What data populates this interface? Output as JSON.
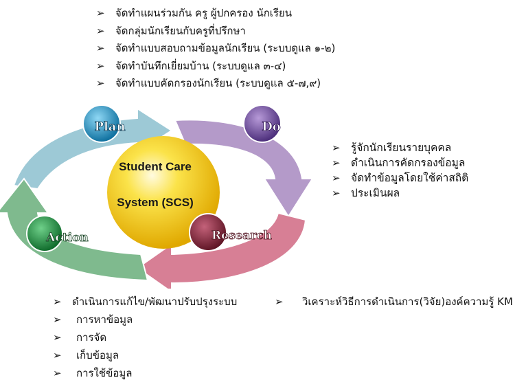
{
  "top_list": [
    "จัดทำแผนร่วมกัน ครู  ผู้ปกครอง  นักเรียน",
    "จัดกลุ่มนักเรียนกับครูที่ปรึกษา",
    "จัดทำแบบสอบถามข้อมูลนักเรียน (ระบบดูแล ๑-๒)",
    "จัดทำบันทึกเยี่ยมบ้าน (ระบบดูแล ๓-๔)",
    "จัดทำแบบคัดกรองนักเรียน (ระบบดูแล ๕-๗,๙)"
  ],
  "cycle": {
    "center_line1": "Student Care",
    "center_line2": "System (SCS)",
    "plan": "Plan",
    "do": "Do",
    "research": "Research",
    "action": "Action"
  },
  "do_list": [
    "รู้จักนักเรียนรายบุคคล",
    "ดำเนินการคัดกรองข้อมูล",
    "จัดทำข้อมูลโดยใช้ค่าสถิติ",
    "ประเมินผล"
  ],
  "action_list": [
    "ดำเนินการแก้ไข/พัฒนาปรับปรุงระบบ",
    "การหาข้อมูล",
    "การจัด",
    "เก็บข้อมูล",
    "การใช้ข้อมูล"
  ],
  "research_list": [
    "วิเคราะห์วิธีการดำเนินการ(วิจัย)องค์ความรู้ KM"
  ],
  "colors": {
    "plan_arrow": "#9dc9d6",
    "do_arrow": "#b49ac9",
    "research_arrow": "#d77f95",
    "action_arrow": "#7fba8e",
    "center": "#f6d100",
    "plan_circle": "#1a8fc0",
    "do_circle": "#6a4a9a",
    "research_circle": "#8a2a3a",
    "action_circle": "#1e8a3a"
  },
  "bullet_glyph": "➢"
}
